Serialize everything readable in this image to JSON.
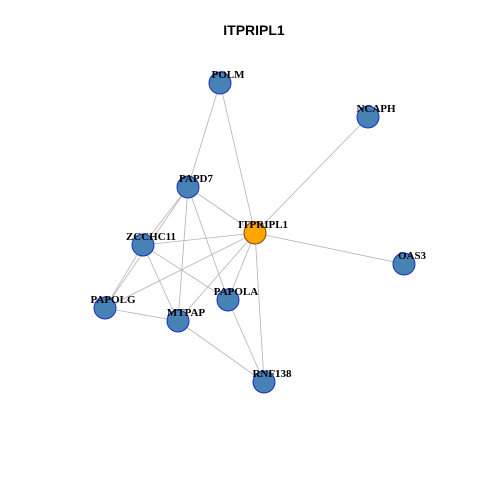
{
  "title": "ITPRIPL1",
  "colors": {
    "center_fill": "#FFA500",
    "center_stroke": "#7A4A00",
    "node_fill": "#4682B4",
    "node_stroke": "#1C2FC4",
    "edge": "#B3B3B3"
  },
  "nodes": [
    {
      "id": "POLM",
      "label": "POLM",
      "center": false
    },
    {
      "id": "NCAPH",
      "label": "NCAPH",
      "center": false
    },
    {
      "id": "PAPD7",
      "label": "PAPD7",
      "center": false
    },
    {
      "id": "ITPRIPL1",
      "label": "ITPRIPL1",
      "center": true
    },
    {
      "id": "ZCCHC11",
      "label": "ZCCHC11",
      "center": false
    },
    {
      "id": "OAS3",
      "label": "OAS3",
      "center": false
    },
    {
      "id": "PAPOLA",
      "label": "PAPOLA",
      "center": false
    },
    {
      "id": "PAPOLG",
      "label": "PAPOLG",
      "center": false
    },
    {
      "id": "MTPAP",
      "label": "MTPAP",
      "center": false
    },
    {
      "id": "RNF138",
      "label": "RNF138",
      "center": false
    }
  ],
  "edges": [
    [
      "POLM",
      "PAPD7"
    ],
    [
      "POLM",
      "ITPRIPL1"
    ],
    [
      "NCAPH",
      "ITPRIPL1"
    ],
    [
      "PAPD7",
      "ITPRIPL1"
    ],
    [
      "PAPD7",
      "ZCCHC11"
    ],
    [
      "PAPD7",
      "PAPOLA"
    ],
    [
      "PAPD7",
      "MTPAP"
    ],
    [
      "PAPD7",
      "PAPOLG"
    ],
    [
      "ITPRIPL1",
      "ZCCHC11"
    ],
    [
      "ITPRIPL1",
      "OAS3"
    ],
    [
      "ITPRIPL1",
      "PAPOLA"
    ],
    [
      "ITPRIPL1",
      "MTPAP"
    ],
    [
      "ITPRIPL1",
      "PAPOLG"
    ],
    [
      "ITPRIPL1",
      "RNF138"
    ],
    [
      "ZCCHC11",
      "PAPOLG"
    ],
    [
      "ZCCHC11",
      "MTPAP"
    ],
    [
      "ZCCHC11",
      "PAPOLA"
    ],
    [
      "PAPOLG",
      "MTPAP"
    ],
    [
      "PAPOLA",
      "RNF138"
    ],
    [
      "MTPAP",
      "RNF138"
    ]
  ]
}
